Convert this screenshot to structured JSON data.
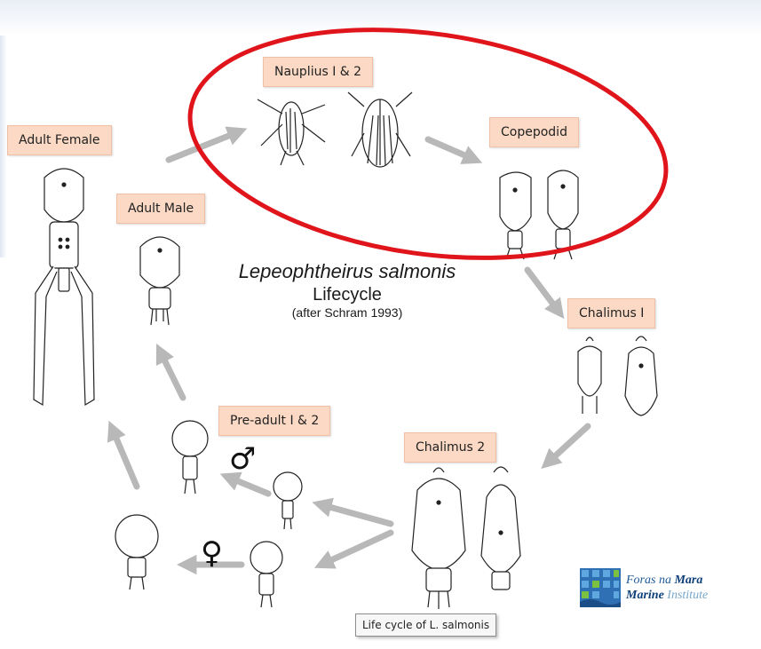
{
  "diagram": {
    "stages": [
      {
        "id": "nauplius",
        "label": "Nauplius I & 2"
      },
      {
        "id": "copepodid",
        "label": "Copepodid"
      },
      {
        "id": "chalimus1",
        "label": "Chalimus I"
      },
      {
        "id": "chalimus2",
        "label": "Chalimus 2"
      },
      {
        "id": "preadult",
        "label": "Pre-adult I & 2"
      },
      {
        "id": "adult_male",
        "label": "Adult Male"
      },
      {
        "id": "adult_female",
        "label": "Adult Female"
      }
    ],
    "title_species": "Lepeophtheirus salmonis",
    "title_main": "Lifecycle",
    "title_credit": "(after Schram 1993)",
    "male_symbol": "♂",
    "female_symbol": "♀",
    "highlight_color": "#e0141b",
    "arrow_color": "#b8b8b8"
  },
  "tooltip": {
    "text": "Life cycle of L. salmonis"
  },
  "logo": {
    "line1_a": "Foras ",
    "line1_b": "na ",
    "line1_c": "Mara",
    "line2_a": "Marine ",
    "line2_b": "Institute"
  }
}
